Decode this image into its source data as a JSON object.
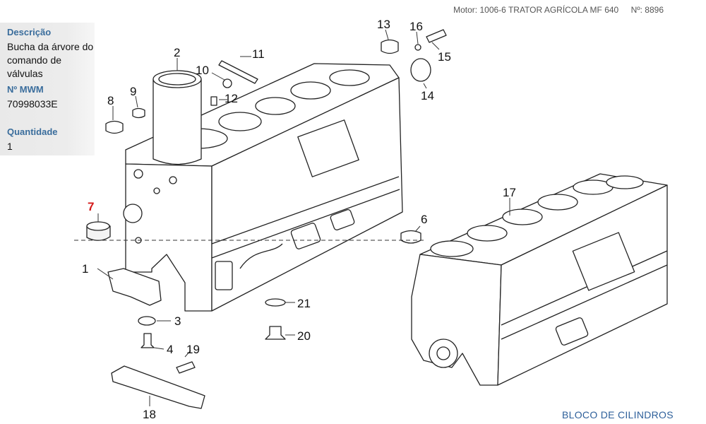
{
  "header": {
    "motor_label": "Motor:",
    "motor_value": "1006-6 TRATOR AGRÍCOLA MF 640",
    "number_label": "Nº:",
    "number_value": "8896"
  },
  "info_panel": {
    "description_label": "Descrição",
    "description_value": [
      "Bucha da árvore do",
      "comando de válvulas"
    ],
    "part_number_label": "Nº MWM",
    "part_number_value": "70998033E",
    "quantity_label": "Quantidade",
    "quantity_value": "1"
  },
  "diagram": {
    "selected_part": "7",
    "selected_color": "#d41a1a",
    "callouts": [
      "1",
      "2",
      "3",
      "4",
      "6",
      "7",
      "8",
      "9",
      "10",
      "11",
      "12",
      "13",
      "14",
      "15",
      "16",
      "17",
      "18",
      "19",
      "20",
      "21"
    ]
  },
  "footer": {
    "title": "BLOCO DE CILINDROS"
  },
  "colors": {
    "label_blue": "#3a6d9c",
    "footer_blue": "#2d5f9a"
  }
}
